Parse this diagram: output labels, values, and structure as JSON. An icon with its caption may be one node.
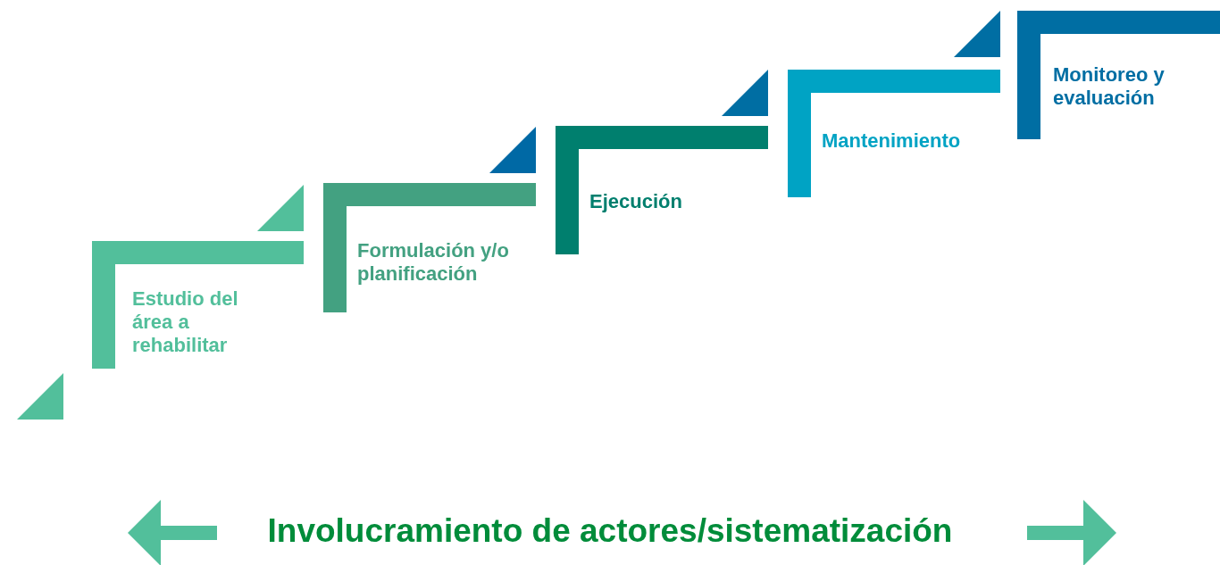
{
  "diagram": {
    "nodes": [
      {
        "text": [
          "Estudio del área a rehabilitar"
        ]
      },
      {
        "text": [
          "Formulación y/o planificación"
        ]
      },
      {
        "text": [
          "Ejecución"
        ]
      },
      {
        "text": [
          "Mantenimiento"
        ]
      },
      {
        "text": [
          "Monitoreo y evaluación"
        ]
      }
    ],
    "edges": [],
    "labels": [
      "Involucramiento de actores/sistematización"
    ]
  }
}
